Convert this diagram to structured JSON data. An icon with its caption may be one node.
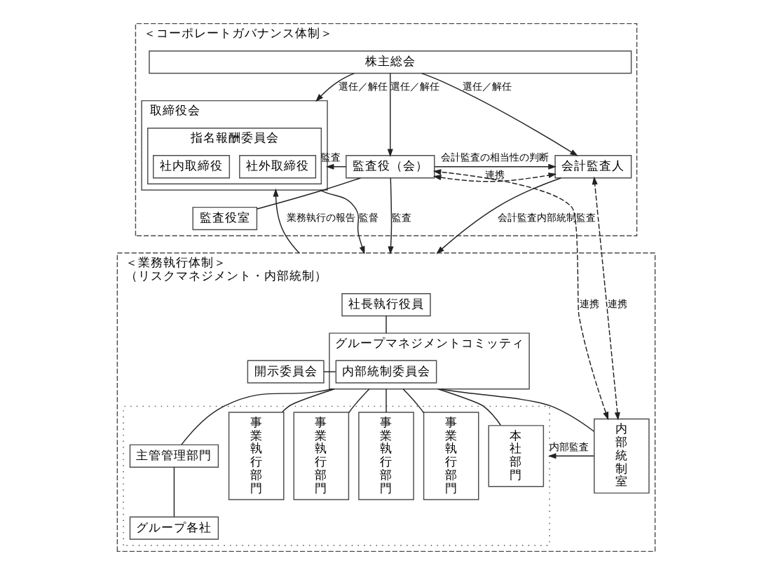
{
  "diagram": {
    "nodes": [
      {
        "text": [
          "＜コーポレートガバナンス体制＞"
        ]
      },
      {
        "text": [
          "株主総会"
        ],
        "in": 0
      },
      {
        "text": [
          "取締役会"
        ],
        "in": 0
      },
      {
        "text": [
          "指名報酬委員会"
        ],
        "in": 2
      },
      {
        "text": [
          "社外取締役"
        ],
        "in": 3
      },
      {
        "text": [
          "社内取締役"
        ],
        "in": 3
      },
      {
        "text": [
          "監査役（会）"
        ],
        "in": 0
      },
      {
        "text": [
          "監査役室"
        ],
        "in": 0
      },
      {
        "text": [
          "会計監査人"
        ],
        "in": 0
      },
      {
        "text": [
          "＜業務執行体制＞",
          "（リスクマネジメント・内部統制）"
        ]
      },
      {
        "text": [
          "社長執行役員"
        ],
        "in": 9
      },
      {
        "text": [
          "グループマネジメントコミッティ"
        ],
        "in": 9
      },
      {
        "text": [
          "内部統制委員会"
        ],
        "in": 11
      },
      {
        "text": [
          "開示委員会"
        ],
        "in": 9
      },
      {
        "text": [],
        "shape": "box",
        "in": 9
      },
      {
        "text": [
          "主管管理部門"
        ],
        "in": 14
      },
      {
        "text": [
          "グループ各社"
        ],
        "in": 14
      },
      {
        "text": [
          "事業執行部門"
        ],
        "in": 14
      },
      {
        "text": [
          "事業執行部門"
        ],
        "in": 14
      },
      {
        "text": [
          "事業執行部門"
        ],
        "in": 14
      },
      {
        "text": [
          "事業執行部門"
        ],
        "in": 14
      },
      {
        "text": [
          "本社部門"
        ],
        "in": 14
      },
      {
        "text": [
          "内部統制室"
        ],
        "in": 9
      }
    ],
    "edges": [
      {
        "from": 1,
        "to": 2,
        "arrow": "to",
        "label": "選任／解任"
      },
      {
        "from": 1,
        "to": 6,
        "arrow": "to",
        "label": "選任／解任"
      },
      {
        "from": 1,
        "to": 8,
        "arrow": "to",
        "label": "選任／解任"
      },
      {
        "from": 6,
        "to": 2,
        "arrow": "to",
        "label": "監査"
      },
      {
        "from": 6,
        "to": 7,
        "arrow": "none"
      },
      {
        "from": 6,
        "to": 8,
        "arrow": "to",
        "label": "会計監査の相当性の判断"
      },
      {
        "from": 6,
        "to": 8,
        "arrow": "both",
        "style": "dashed",
        "label": "連携"
      },
      {
        "from": 9,
        "to": 2,
        "arrow": "to",
        "label": "業務執行の報告"
      },
      {
        "from": 2,
        "to": 9,
        "arrow": "to",
        "label": "監督"
      },
      {
        "from": 6,
        "to": 9,
        "arrow": "to",
        "label": "監査"
      },
      {
        "from": 8,
        "to": 9,
        "arrow": "to",
        "label": "会計監査内部統制監査"
      },
      {
        "from": 22,
        "to": 6,
        "arrow": "both",
        "style": "dashed",
        "label": "連携"
      },
      {
        "from": 22,
        "to": 8,
        "arrow": "both",
        "style": "dashed",
        "label": "連携"
      },
      {
        "from": 10,
        "to": 11,
        "arrow": "none"
      },
      {
        "from": 11,
        "to": 15,
        "arrow": "none"
      },
      {
        "from": 11,
        "to": 17,
        "arrow": "none"
      },
      {
        "from": 11,
        "to": 18,
        "arrow": "none"
      },
      {
        "from": 11,
        "to": 19,
        "arrow": "none"
      },
      {
        "from": 11,
        "to": 20,
        "arrow": "none"
      },
      {
        "from": 11,
        "to": 21,
        "arrow": "none"
      },
      {
        "from": 11,
        "to": 22,
        "arrow": "none"
      },
      {
        "from": 12,
        "to": 13,
        "arrow": "none"
      },
      {
        "from": 15,
        "to": 16,
        "arrow": "none"
      },
      {
        "from": 22,
        "to": 14,
        "arrow": "to",
        "label": "内部監査"
      }
    ]
  }
}
